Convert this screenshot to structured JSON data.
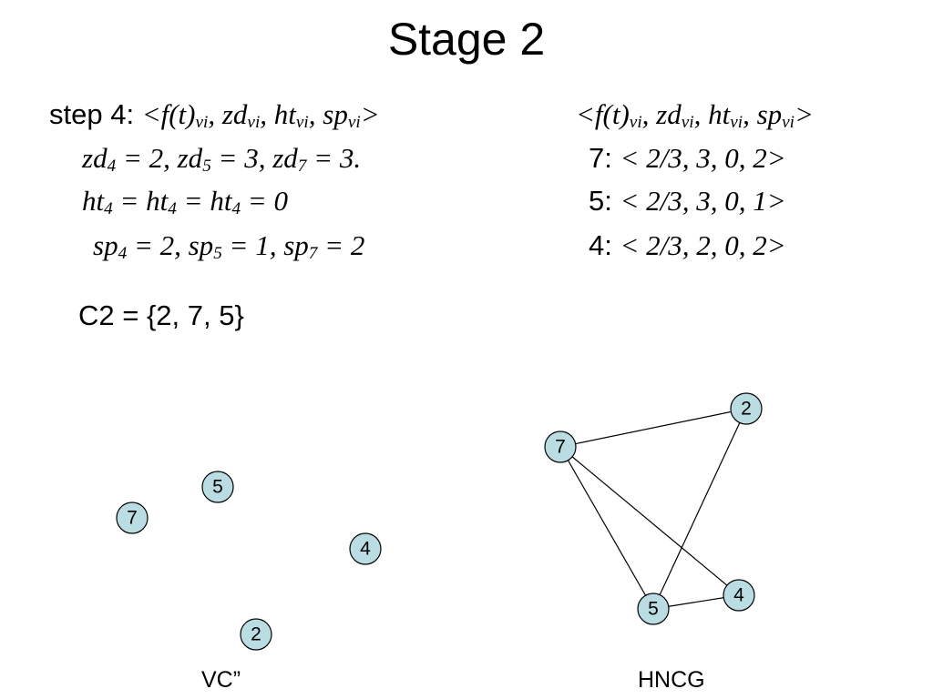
{
  "title": "Stage 2",
  "left_block": {
    "step_label": "step 4:",
    "tuple_header": {
      "open": "<",
      "f": "f(t)",
      "vi1": "vi",
      "sep1": ", ",
      "zd": "zd",
      "vi2": "vi",
      "sep2": ", ",
      "ht": "ht",
      "vi3": "vi",
      "sep3": ", ",
      "sp": "sp",
      "vi4": "vi",
      "close": ">"
    },
    "zd_line": {
      "a": "zd",
      "a_sub": "4",
      "a_val": " = 2, ",
      "b": "zd",
      "b_sub": "5",
      "b_val": " = 3, ",
      "c": "zd",
      "c_sub": "7",
      "c_val": " = 3."
    },
    "ht_line": {
      "a": "ht",
      "a_sub": "4",
      "a_val": " = ",
      "b": "ht",
      "b_sub": "4",
      "b_val": " = ",
      "c": "ht",
      "c_sub": "4",
      "c_val": " = 0"
    },
    "sp_line": {
      "a": "sp",
      "a_sub": "4",
      "a_val": " = 2, ",
      "b": "sp",
      "b_sub": "5",
      "b_val": " = 1, ",
      "c": "sp",
      "c_sub": "7",
      "c_val": " = 2"
    },
    "c2_set": "C2 = {2, 7, 5}"
  },
  "right_block": {
    "tuple_header": {
      "open": "<",
      "f": "f(t)",
      "vi1": "vi",
      "sep1": ", ",
      "zd": "zd",
      "vi2": "vi",
      "sep2": ", ",
      "ht": "ht",
      "vi3": "vi",
      "sep3": ", ",
      "sp": "sp",
      "vi4": "vi",
      "close": ">"
    },
    "rows": [
      {
        "node": "7:",
        "tuple": "< 2/3, 3, 0, 2>"
      },
      {
        "node": "5:",
        "tuple": "< 2/3, 3, 0, 1>"
      },
      {
        "node": "4:",
        "tuple": "< 2/3, 2, 0, 2>"
      }
    ]
  },
  "node_fill": "#b9dde2",
  "graph_vc": {
    "label": "VC”",
    "nodes": [
      {
        "id": "5",
        "label": "5"
      },
      {
        "id": "7",
        "label": "7"
      },
      {
        "id": "4",
        "label": "4"
      },
      {
        "id": "2",
        "label": "2"
      }
    ],
    "edges": []
  },
  "graph_hncg": {
    "label": "HNCG",
    "nodes": [
      {
        "id": "2",
        "label": "2"
      },
      {
        "id": "7",
        "label": "7"
      },
      {
        "id": "4",
        "label": "4"
      },
      {
        "id": "5",
        "label": "5"
      }
    ],
    "edges": [
      [
        "7",
        "2"
      ],
      [
        "7",
        "5"
      ],
      [
        "7",
        "4"
      ],
      [
        "2",
        "5"
      ],
      [
        "5",
        "4"
      ]
    ]
  }
}
